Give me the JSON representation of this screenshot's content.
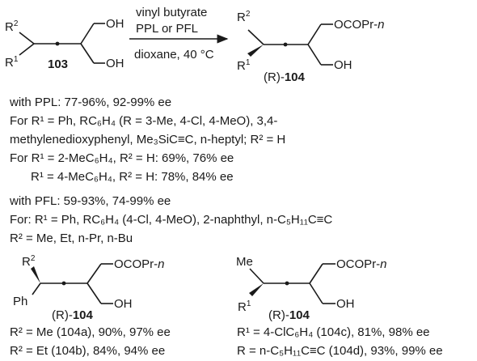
{
  "top_scheme": {
    "sm_r2": "R",
    "sm_r2_sup": "2",
    "sm_r1": "R",
    "sm_r1_sup": "1",
    "sm_oh1": "OH",
    "sm_oh2": "OH",
    "sm_label": "103",
    "cond1": "vinyl butyrate",
    "cond2": "PPL or PFL",
    "cond3": "dioxane, 40 °C",
    "pr_r2": "R",
    "pr_r2_sup": "2",
    "pr_r1": "R",
    "pr_r1_sup": "1",
    "pr_ester": "OCOPr-",
    "pr_ester_n": "n",
    "pr_oh": "OH",
    "pr_config": "(R)-",
    "pr_label": "104"
  },
  "text": {
    "ppl_header": "with PPL: 77-96%, 92-99% ee",
    "ppl_for1": "For R¹ = Ph, RC₆H₄ (R = 3-Me, 4-Cl, 4-MeO), 3,4-",
    "ppl_for2": "methylenedioxyphenyl, Me₃SiC≡C, n-heptyl; R² = H",
    "ppl_for3": "For R¹ = 2-MeC₆H₄, R² = H: 69%, 76% ee",
    "ppl_for4": "R¹ = 4-MeC₆H₄, R² = H: 78%, 84% ee",
    "pfl_header": "with PFL: 59-93%, 74-99% ee",
    "pfl_for1": "For: R¹ = Ph, RC₆H₄ (4-Cl, 4-MeO), 2-naphthyl, n-C₅H₁₁C≡C",
    "pfl_for2": "R² = Me, Et, n-Pr, n-Bu"
  },
  "bottom_left": {
    "r2": "R",
    "r2_sup": "2",
    "ph": "Ph",
    "ester": "OCOPr-",
    "ester_n": "n",
    "oh": "OH",
    "config": "(R)-",
    "label": "104",
    "res1": "R² = Me (104a), 90%, 97% ee",
    "res2": "R² = Et (104b), 84%, 94% ee"
  },
  "bottom_right": {
    "me": "Me",
    "r1": "R",
    "r1_sup": "1",
    "ester": "OCOPr-",
    "ester_n": "n",
    "oh": "OH",
    "config": "(R)-",
    "label": "104",
    "res1": "R¹ = 4-ClC₆H₄ (104c), 81%, 98% ee",
    "res2": "R = n-C₅H₁₁C≡C (104d), 93%, 99% ee"
  }
}
